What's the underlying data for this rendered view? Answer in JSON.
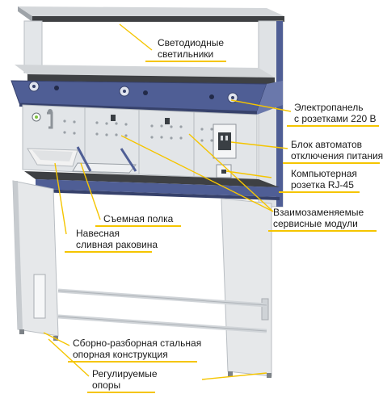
{
  "colors": {
    "frame": "#e6e8ea",
    "frame_dark": "#c7cbcf",
    "panel_blue": "#4f5e95",
    "panel_blue_dark": "#36416b",
    "shelf_top": "#3e4043",
    "callout": "#f5c500",
    "perforated": "#d9dcdf",
    "sink": "#f2f2f2"
  },
  "labels": {
    "led_lights": [
      "Светодиодные",
      "светильники"
    ],
    "power_panel": [
      "Электропанель",
      "с розетками 220 В"
    ],
    "breaker_block": [
      "Блок автоматов",
      "отключения питания"
    ],
    "rj45": [
      "Компьютерная",
      "розетка RJ-45"
    ],
    "service_modules": [
      "Взаимозаменяемые",
      "сервисные модули"
    ],
    "removable_shelf": [
      "Съемная полка"
    ],
    "sink": [
      "Навесная",
      "сливная раковина"
    ],
    "frame": [
      "Сборно-разборная стальная",
      "опорная конструкция"
    ],
    "feet": [
      "Регулируемые",
      "опоры"
    ]
  },
  "icons": [
    "power-socket-icon",
    "water-tap-icon",
    "gas-valve-icon",
    "breaker-switch-icon",
    "rj45-socket-icon"
  ]
}
